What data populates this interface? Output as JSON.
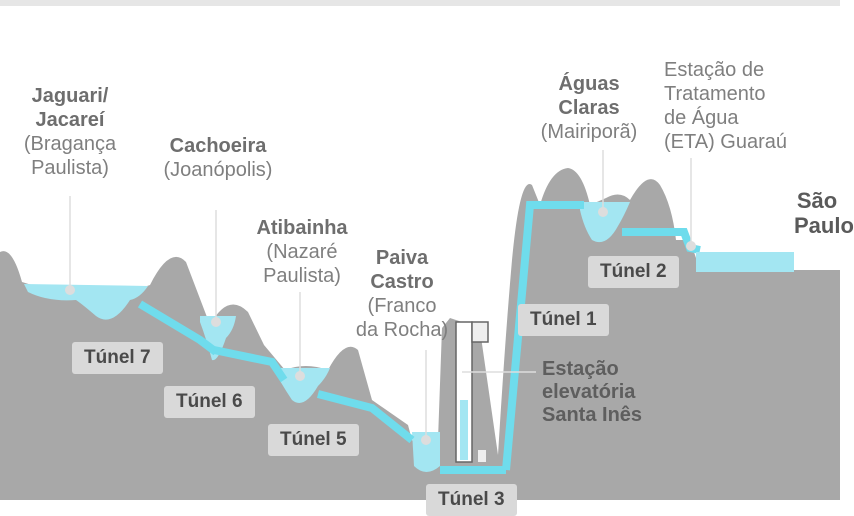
{
  "reservoirs": [
    {
      "name_lines": [
        "Jaguari/",
        "Jacareí"
      ],
      "sub_lines": [
        "(Bragança",
        "Paulista)"
      ]
    },
    {
      "name_lines": [
        "Cachoeira"
      ],
      "sub_lines": [
        "(Joanópolis)"
      ]
    },
    {
      "name_lines": [
        "Atibainha"
      ],
      "sub_lines": [
        "(Nazaré",
        "Paulista)"
      ]
    },
    {
      "name_lines": [
        "Paiva",
        "Castro"
      ],
      "sub_lines": [
        "(Franco",
        "da Rocha)"
      ]
    },
    {
      "name_lines": [
        "Águas",
        "Claras"
      ],
      "sub_lines": [
        "(Mairiporã)"
      ]
    }
  ],
  "eta": {
    "lines": [
      "Estação de",
      "Tratamento",
      "de Água",
      "(ETA) Guaraú"
    ]
  },
  "destination": {
    "lines": [
      "São",
      "Paulo"
    ]
  },
  "pump_station": {
    "lines": [
      "Estação",
      "elevatória",
      "Santa Inês"
    ]
  },
  "tunnels": [
    "Túnel 7",
    "Túnel 6",
    "Túnel 5",
    "Túnel 3",
    "Túnel 1",
    "Túnel 2"
  ],
  "colors": {
    "terrain": "#a8a8a8",
    "water": "#a3e6f2",
    "pipe": "#6fdcec",
    "tunnel_label_bg": "#d9d9d9",
    "top_bar": "#e6e6e6"
  }
}
